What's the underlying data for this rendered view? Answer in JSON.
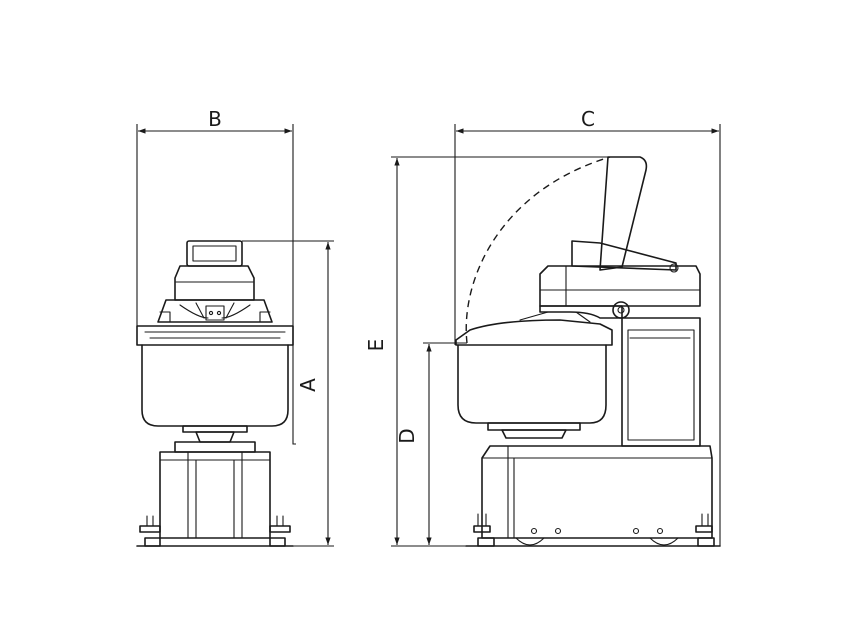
{
  "dimension_labels": {
    "a": "A",
    "b": "B",
    "c": "C",
    "d": "D",
    "e": "E"
  },
  "colors": {
    "line": "#1a1a1a",
    "background": "#ffffff"
  }
}
